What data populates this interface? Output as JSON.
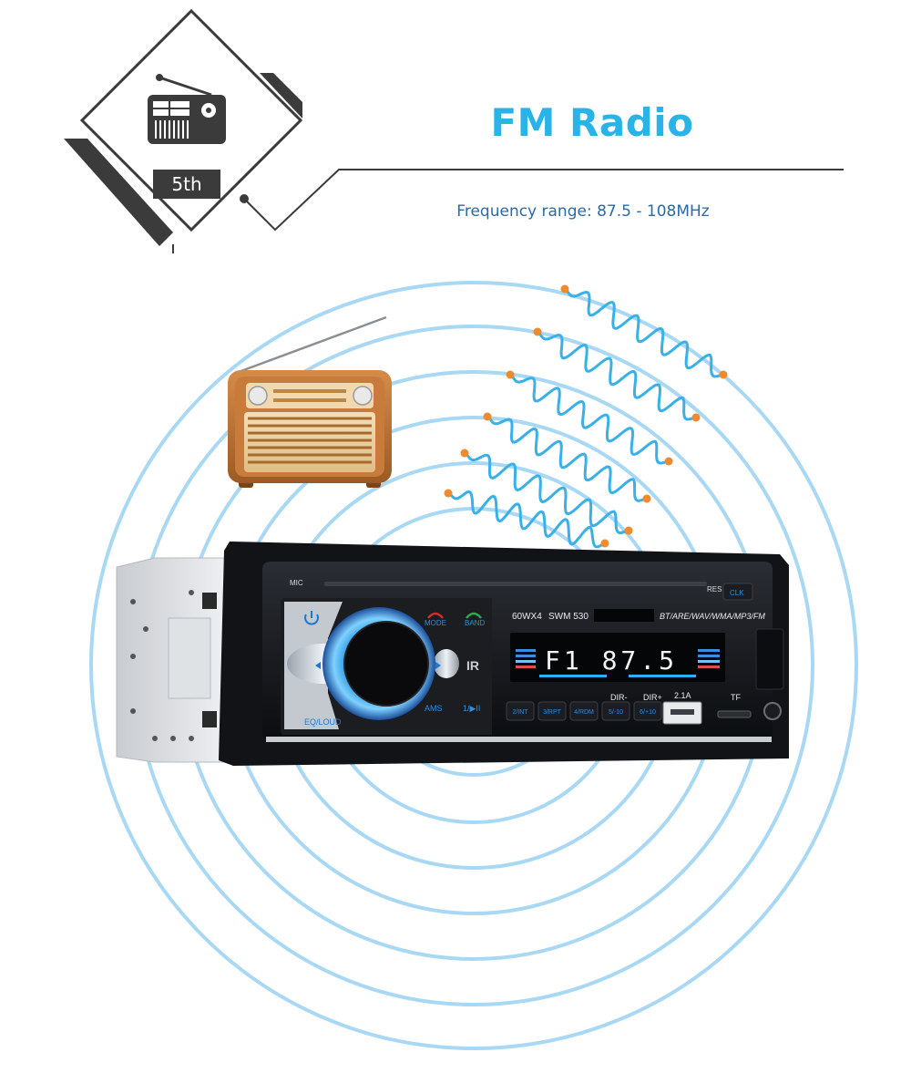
{
  "header": {
    "title": "FM Radio",
    "subtitle": "Frequency range: 87.5 - 108MHz",
    "badge": "5th",
    "badge_icon": "radio-icon"
  },
  "stereo": {
    "labels": {
      "mic": "MIC",
      "res": "RES",
      "clk": "CLK",
      "power_icon": "power-icon",
      "mode": "MODE",
      "band": "BAND",
      "ir": "IR",
      "power_rating": "60WX4",
      "model": "SWM 530",
      "formats": "BT/ARE/WAV/WMA/MP3/FM",
      "display": "F1 87.5",
      "eq_loud": "EQ/LOUD",
      "ams": "AMS",
      "play": "1/▶II",
      "dir_minus": "DIR-",
      "dir_plus": "DIR+",
      "usb_current": "2.1A",
      "tf": "TF"
    },
    "preset_buttons": [
      "2/INT",
      "3/RPT",
      "4/RDM",
      "5/-10",
      "6/+10"
    ]
  },
  "colors": {
    "accent": "#2ab3e6",
    "wave": "#3ab0e8",
    "ring": "#a8d8f4",
    "dot": "#ef8a2e",
    "subtitle": "#2b6aa6"
  }
}
